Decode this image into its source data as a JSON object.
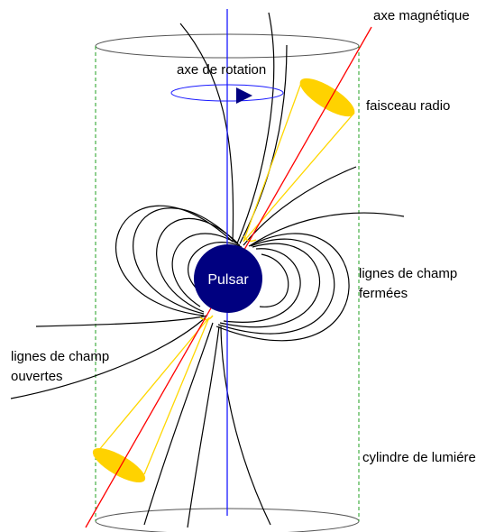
{
  "labels": {
    "magnetic_axis": "axe magnétique",
    "rotation_axis": "axe de rotation",
    "radio_beam": "faisceau radio",
    "pulsar": "Pulsar",
    "closed_lines_1": "lignes de champ",
    "closed_lines_2": "fermées",
    "open_lines_1": "lignes de champ",
    "open_lines_2": "ouvertes",
    "light_cylinder": "cylindre de lumiére"
  },
  "colors": {
    "pulsar_fill": "#000080",
    "rotation_axis": "#1a1aff",
    "magnetic_axis": "#ff0000",
    "beam_cone": "#ffd700",
    "beam_cap": "#ffd200",
    "light_cylinder_side": "#1f9f1f",
    "field_line": "#000000"
  }
}
